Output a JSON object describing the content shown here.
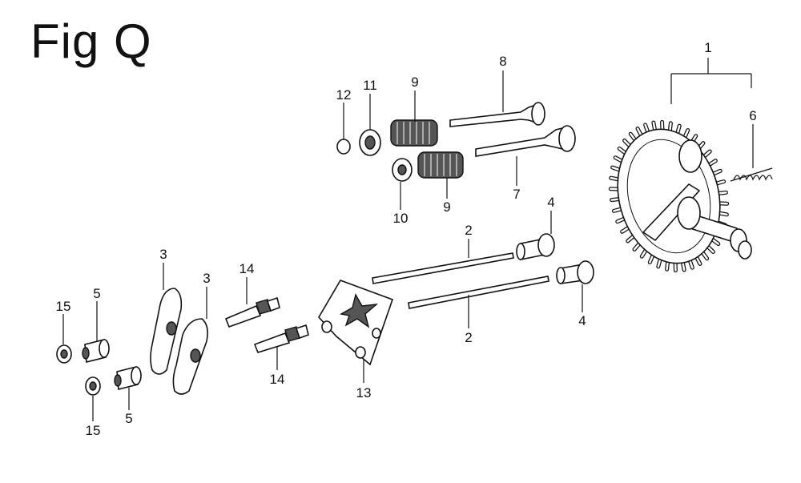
{
  "figure": {
    "title": "Fig Q",
    "callouts": {
      "c1": "1",
      "c2a": "2",
      "c2b": "2",
      "c3a": "3",
      "c3b": "3",
      "c4a": "4",
      "c4b": "4",
      "c5a": "5",
      "c5b": "5",
      "c6": "6",
      "c7": "7",
      "c8": "8",
      "c9a": "9",
      "c9b": "9",
      "c10": "10",
      "c11": "11",
      "c12": "12",
      "c13": "13",
      "c14a": "14",
      "c14b": "14",
      "c15a": "15",
      "c15b": "15"
    }
  }
}
